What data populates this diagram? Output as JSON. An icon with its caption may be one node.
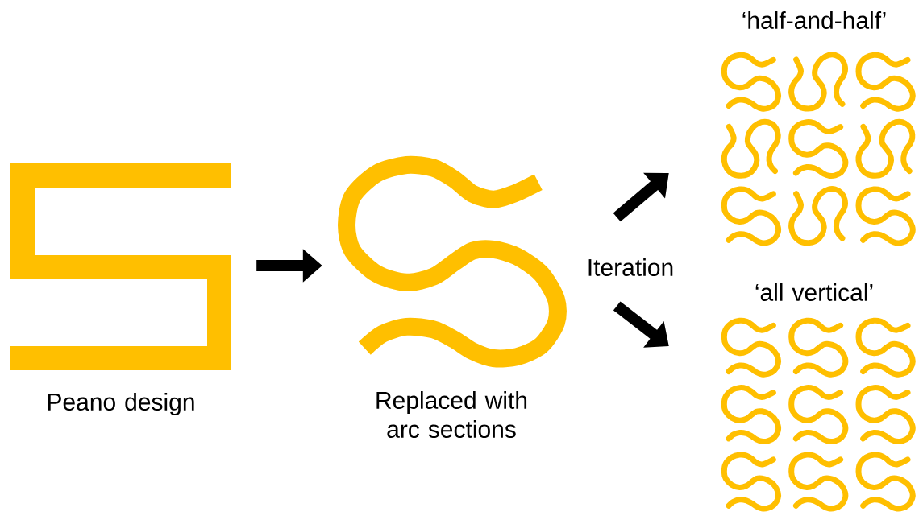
{
  "diagram": {
    "nodes": [
      {
        "text": [
          "Peano design"
        ]
      },
      {
        "text": [
          "Replaced with arc sections"
        ]
      },
      {
        "text": [
          "‘half-and-half’"
        ]
      },
      {
        "text": [
          "‘all vertical’"
        ]
      }
    ],
    "edges": [
      {
        "from": 0,
        "to": 1,
        "arrow": "to"
      },
      {
        "from": 1,
        "to": 2,
        "arrow": "to"
      },
      {
        "from": 1,
        "to": 3,
        "arrow": "to"
      }
    ],
    "labels": [
      "Iteration"
    ]
  }
}
